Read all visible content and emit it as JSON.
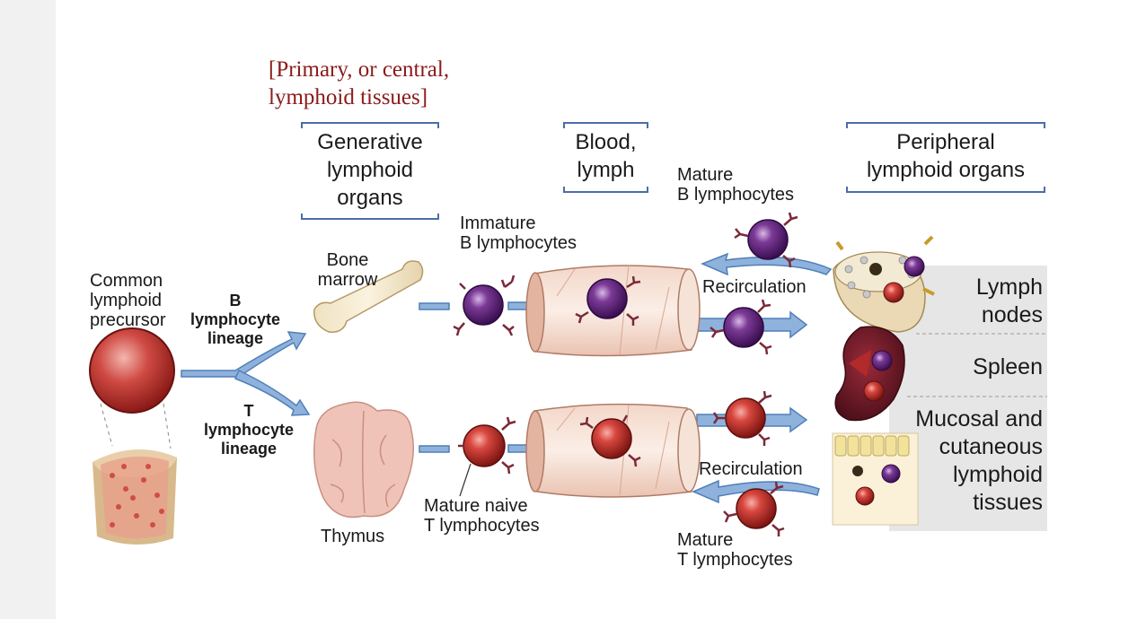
{
  "annotation": {
    "line1": "[Primary, or central,",
    "line2": "lymphoid tissues]"
  },
  "headers": {
    "generative": [
      "Generative",
      "lymphoid",
      "organs"
    ],
    "blood": [
      "Blood,",
      "lymph"
    ],
    "peripheral": [
      "Peripheral",
      "lymphoid organs"
    ]
  },
  "labels": {
    "common": [
      "Common",
      "lymphoid",
      "precursor"
    ],
    "b_lineage": [
      "B",
      "lymphocyte",
      "lineage"
    ],
    "t_lineage": [
      "T",
      "lymphocyte",
      "lineage"
    ],
    "bone_marrow": [
      "Bone",
      "marrow"
    ],
    "thymus": "Thymus",
    "immature_b": [
      "Immature",
      "B lymphocytes"
    ],
    "mature_naive_t": [
      "Mature naive",
      "T lymphocytes"
    ],
    "mature_b": [
      "Mature",
      "B lymphocytes"
    ],
    "mature_t": [
      "Mature",
      "T lymphocytes"
    ],
    "recirc_top": "Recirculation",
    "recirc_bottom": "Recirculation",
    "lymph_nodes": [
      "Lymph",
      "nodes"
    ],
    "spleen": "Spleen",
    "mucosal": [
      "Mucosal and",
      "cutaneous",
      "lymphoid",
      "tissues"
    ]
  },
  "colors": {
    "b_cell": "#6b2a86",
    "t_cell": "#c8302c",
    "arrow": "#7fa6d6",
    "annotation": "#8b1a1a",
    "header_bracket": "#4a6ea8",
    "panel": "#e6e6e6"
  }
}
